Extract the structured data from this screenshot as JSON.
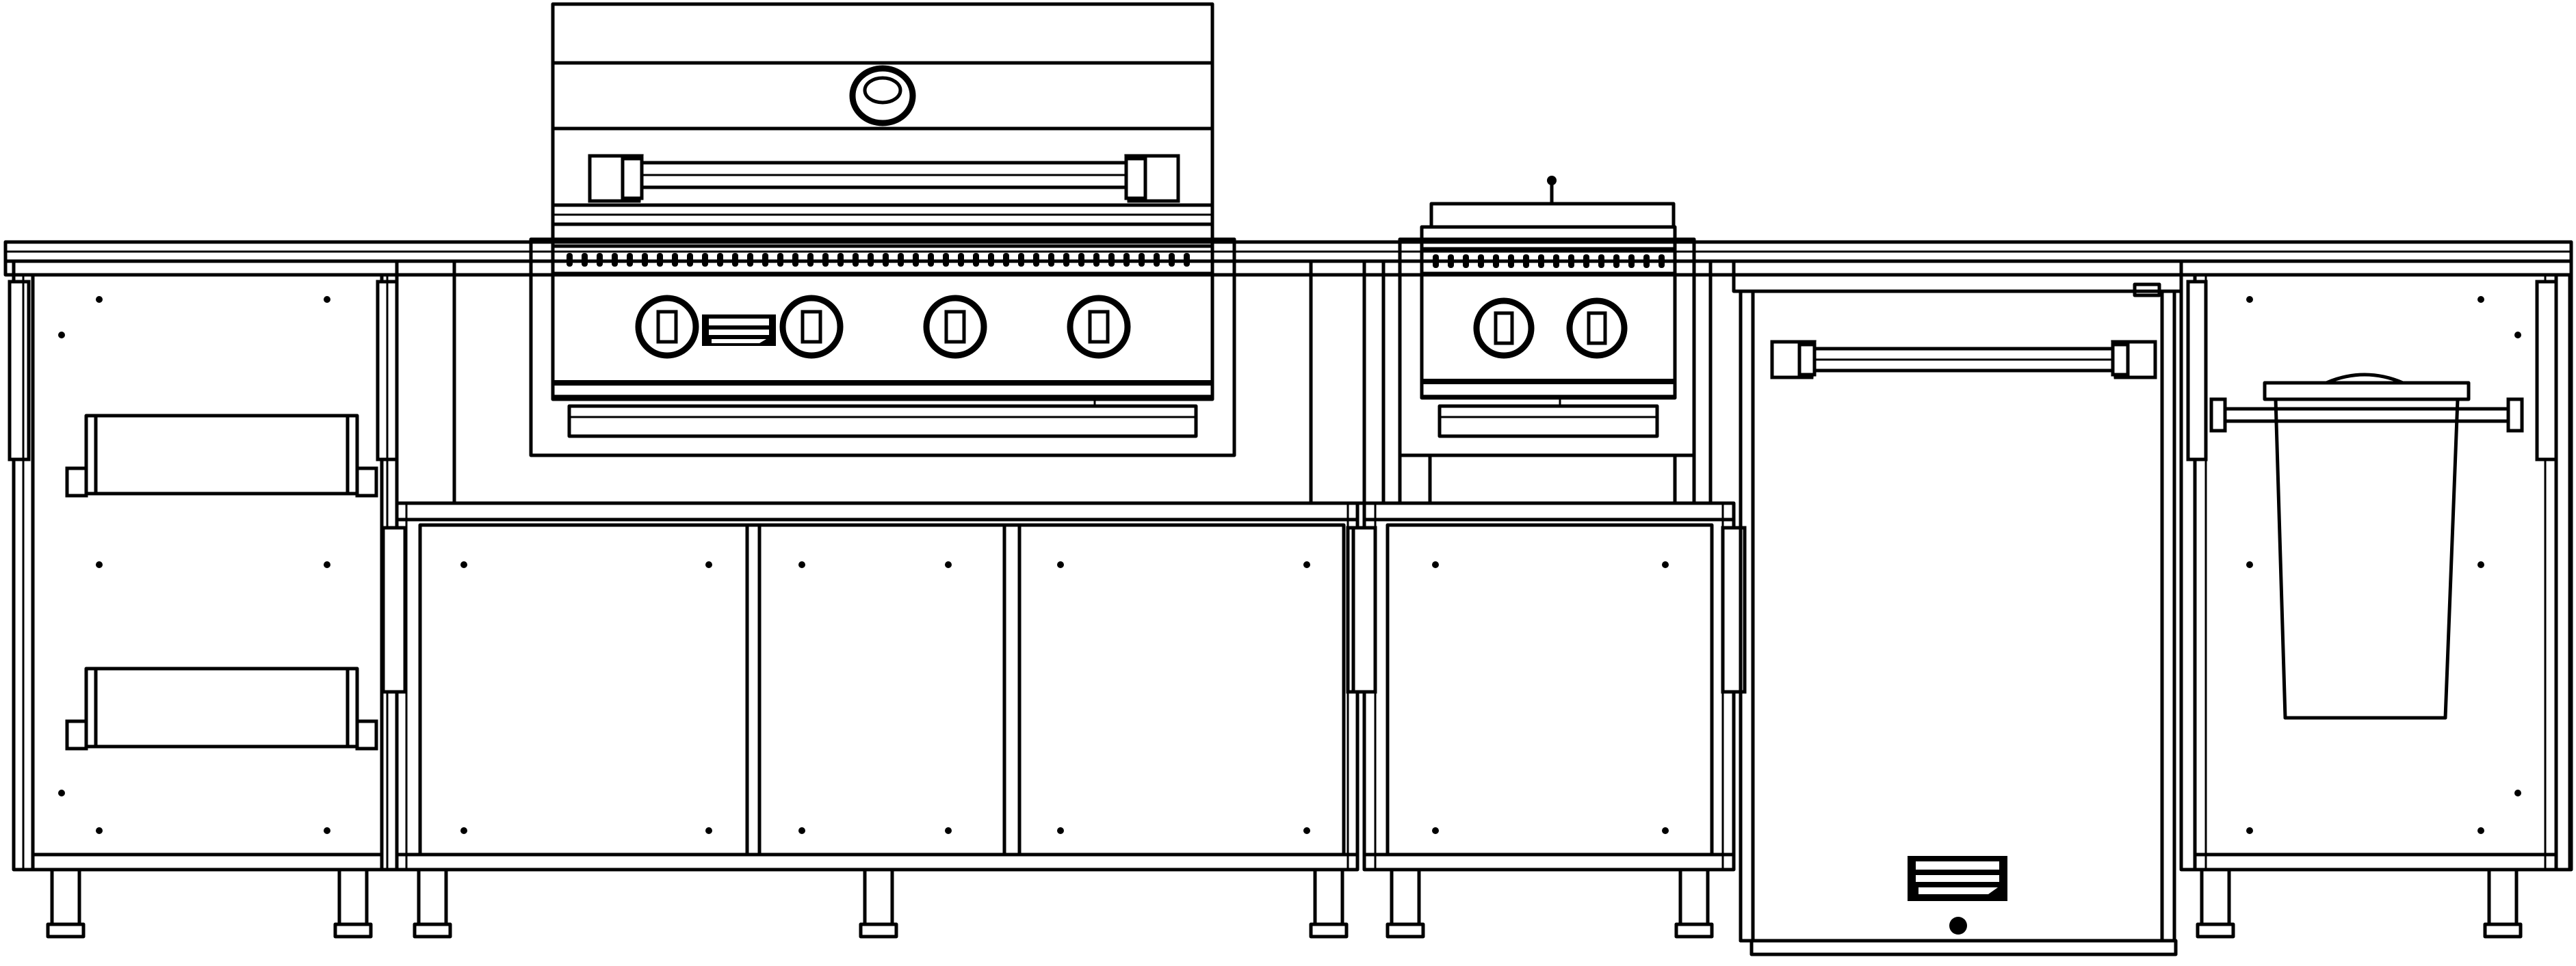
{
  "drawing": {
    "modules": [
      {
        "name": "double-drawer-cabinet"
      },
      {
        "name": "built-in-gas-grill",
        "burner_knobs": 4
      },
      {
        "name": "triple-door-base-cabinet",
        "doors": 3
      },
      {
        "name": "double-side-burner",
        "burner_knobs": 2
      },
      {
        "name": "single-door-base-cabinet",
        "doors": 1
      },
      {
        "name": "outdoor-refrigerator"
      },
      {
        "name": "trash-pullout-cabinet"
      }
    ],
    "colors": {
      "line": "#000000",
      "background": "#ffffff"
    }
  }
}
